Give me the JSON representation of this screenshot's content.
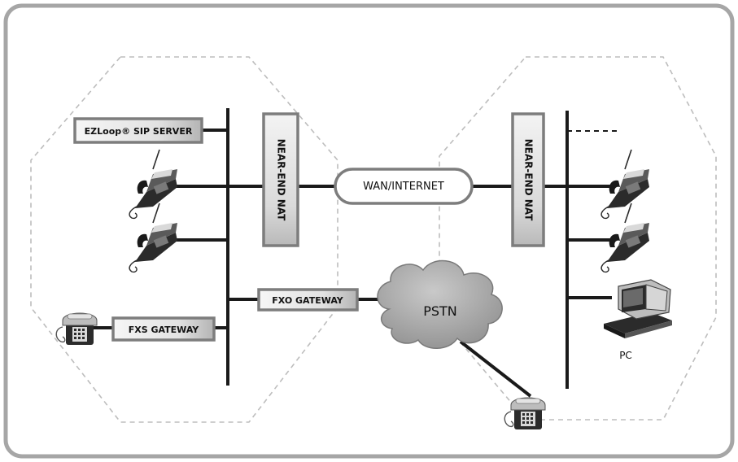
{
  "labels": {
    "sip_server": "EZLoop® SIP SERVER",
    "nat_left": "NEAR-END NAT",
    "nat_right": "NEAR-END NAT",
    "wan": "WAN/INTERNET",
    "fxo_gateway": "FXO GATEWAY",
    "fxs_gateway": "FXS GATEWAY",
    "pstn": "PSTN",
    "pc": "PC"
  },
  "colors": {
    "frame": "#a6a6a6",
    "hex_dash": "#bdbdbd",
    "line": "#1a1a1a",
    "box_border": "#7d7d7d",
    "box_fill_light": "#f4f4f4",
    "box_fill_dark": "#b9b9b9",
    "cloud": "#a9a9a9",
    "device_dark": "#2b2b2b",
    "device_mid": "#8f8f8f"
  },
  "icons": [
    "ip-phone-icon",
    "analog-phone-icon",
    "pc-icon",
    "cloud-icon"
  ]
}
